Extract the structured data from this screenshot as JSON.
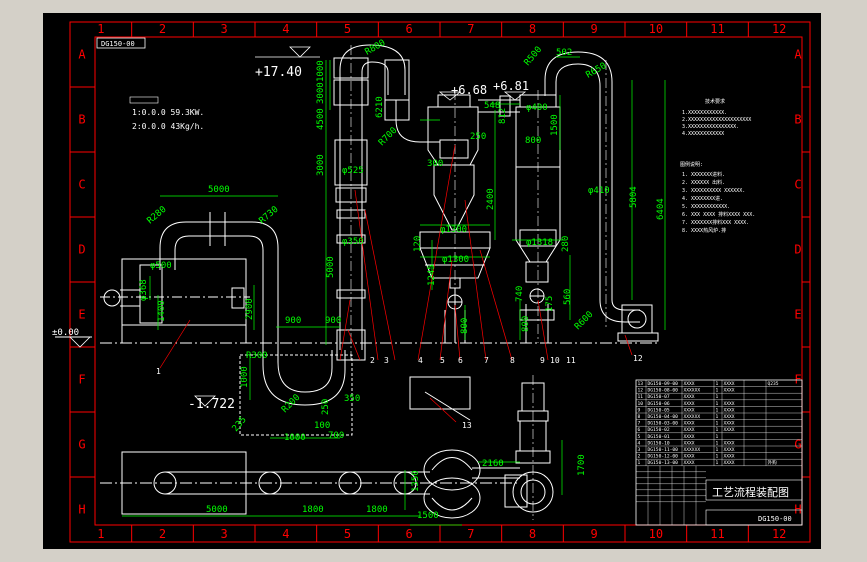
{
  "colors": {
    "background": "#000000",
    "border": "#ff0000",
    "geometry": "#ffffff",
    "dimension": "#00ff00",
    "leader": "#ff0000",
    "frame_bg": "#d4d0c8"
  },
  "drawing_code": "DG150-00",
  "title_block_title": "工艺流程装配图",
  "column_labels": [
    "1",
    "2",
    "3",
    "4",
    "5",
    "6",
    "7",
    "8",
    "9",
    "10",
    "11",
    "12"
  ],
  "row_labels": [
    "A",
    "B",
    "C",
    "D",
    "E",
    "F",
    "G",
    "H"
  ],
  "specs": [
    "1:0.0.0 59.3KW.",
    "2:0.0.0 43Kg/h."
  ],
  "elevations": {
    "top": "+17.40",
    "mid1": "+6.68",
    "mid2": "+6.81",
    "ground": "±0.00",
    "pit": "-1.722"
  },
  "dimensions": {
    "d5000a": "5000",
    "d1000v": "1000",
    "d3000a": "3000",
    "d4500": "4500",
    "d3000b": "3000",
    "d5000v": "5000",
    "r800a": "R800",
    "d6210": "6210",
    "r700": "R700",
    "r280": "R280",
    "r730": "R730",
    "p525": "φ525",
    "p350": "φ350",
    "p500": "φ500",
    "p368": "φ368",
    "d1400": "1400",
    "d2900": "2900",
    "d900a": "900",
    "d900b": "900",
    "r300": "R300",
    "d1000b": "1000",
    "r200": "R200",
    "d100": "100",
    "d700": "700",
    "d1000c": "1000",
    "d235": "235",
    "d250a": "250",
    "d350": "350",
    "d548": "548",
    "d250b": "250",
    "d300": "300",
    "p1300a": "φ1300",
    "p1300b": "φ1300",
    "d120": "120",
    "d1245": "1245",
    "d800a": "800",
    "d2400": "2400",
    "d502": "502",
    "r500": "R500",
    "r650": "R650",
    "d1500": "1500",
    "d800b": "800",
    "p410": "φ410",
    "d5804": "5804",
    "d6404": "6404",
    "d812": "812",
    "p1318": "φ1318",
    "d280": "280",
    "d740": "740",
    "d175": "175",
    "d560": "560",
    "d800c": "800",
    "r600": "R600",
    "d2160": "2160",
    "d1700": "1700",
    "d1350": "1350",
    "d1500b": "1500",
    "d5000b": "5000",
    "d1800a": "1800",
    "d1800b": "1800"
  },
  "part_numbers": [
    "1",
    "2",
    "3",
    "4",
    "5",
    "6",
    "7",
    "8",
    "9",
    "10",
    "11",
    "12",
    "13"
  ],
  "note_title": "技术要求",
  "notes": [
    "1.XXXXXXXXXXXX.",
    "2.XXXXXXXXXXXXXXXXXXXXX",
    "3.XXXXXXXXXXXXXXXX.",
    "4.XXXXXXXXXXXX"
  ],
  "legend_title": "图例说明:",
  "legend_items": [
    "1. XXXXXXX进料.",
    "2. XXXXXX 出料.",
    "3. XXXXXXXXXX XXXXXX.",
    "4. XXXXXXXX进.",
    "5. XXXXXXXXXXXX.",
    "6. XXX XXXX 排料XXXX XXX.",
    "7. XXXXXXX排料XXX XXXX.",
    "8. XXXX热风炉.排"
  ],
  "bom_rows": [
    [
      "13",
      "DG150-09-00",
      "XXXX",
      "1",
      "XXXX",
      "",
      "Q235"
    ],
    [
      "12",
      "DG150-08-00",
      "XXXXXX",
      "1",
      "XXXX",
      "",
      ""
    ],
    [
      "11",
      "DG150-07",
      "XXXX",
      "1",
      "",
      "",
      ""
    ],
    [
      "10",
      "DG150-06",
      "XXXX",
      "1",
      "XXXX",
      "",
      ""
    ],
    [
      "9",
      "DG150-05",
      "XXXX",
      "1",
      "XXXX",
      "",
      ""
    ],
    [
      "8",
      "DG150-04-00",
      "XXXXXX",
      "1",
      "XXXX",
      "",
      ""
    ],
    [
      "7",
      "DG150-03-00",
      "XXXX",
      "1",
      "XXXX",
      "",
      ""
    ],
    [
      "6",
      "DG150-02",
      "XXXX",
      "1",
      "XXXX",
      "",
      ""
    ],
    [
      "5",
      "DG150-01",
      "XXXX",
      "1",
      "",
      "",
      ""
    ],
    [
      "4",
      "DG150-10",
      "XXXX",
      "1",
      "XXXX",
      "",
      ""
    ],
    [
      "3",
      "DG150-11-00",
      "XXXXXX",
      "1",
      "XXXX",
      "",
      ""
    ],
    [
      "2",
      "DG150-12-00",
      "XXXX",
      "1",
      "XXXX",
      "",
      ""
    ],
    [
      "1",
      "DG150-13-00",
      "XXXX",
      "1",
      "XXXX",
      "",
      "外购"
    ]
  ]
}
